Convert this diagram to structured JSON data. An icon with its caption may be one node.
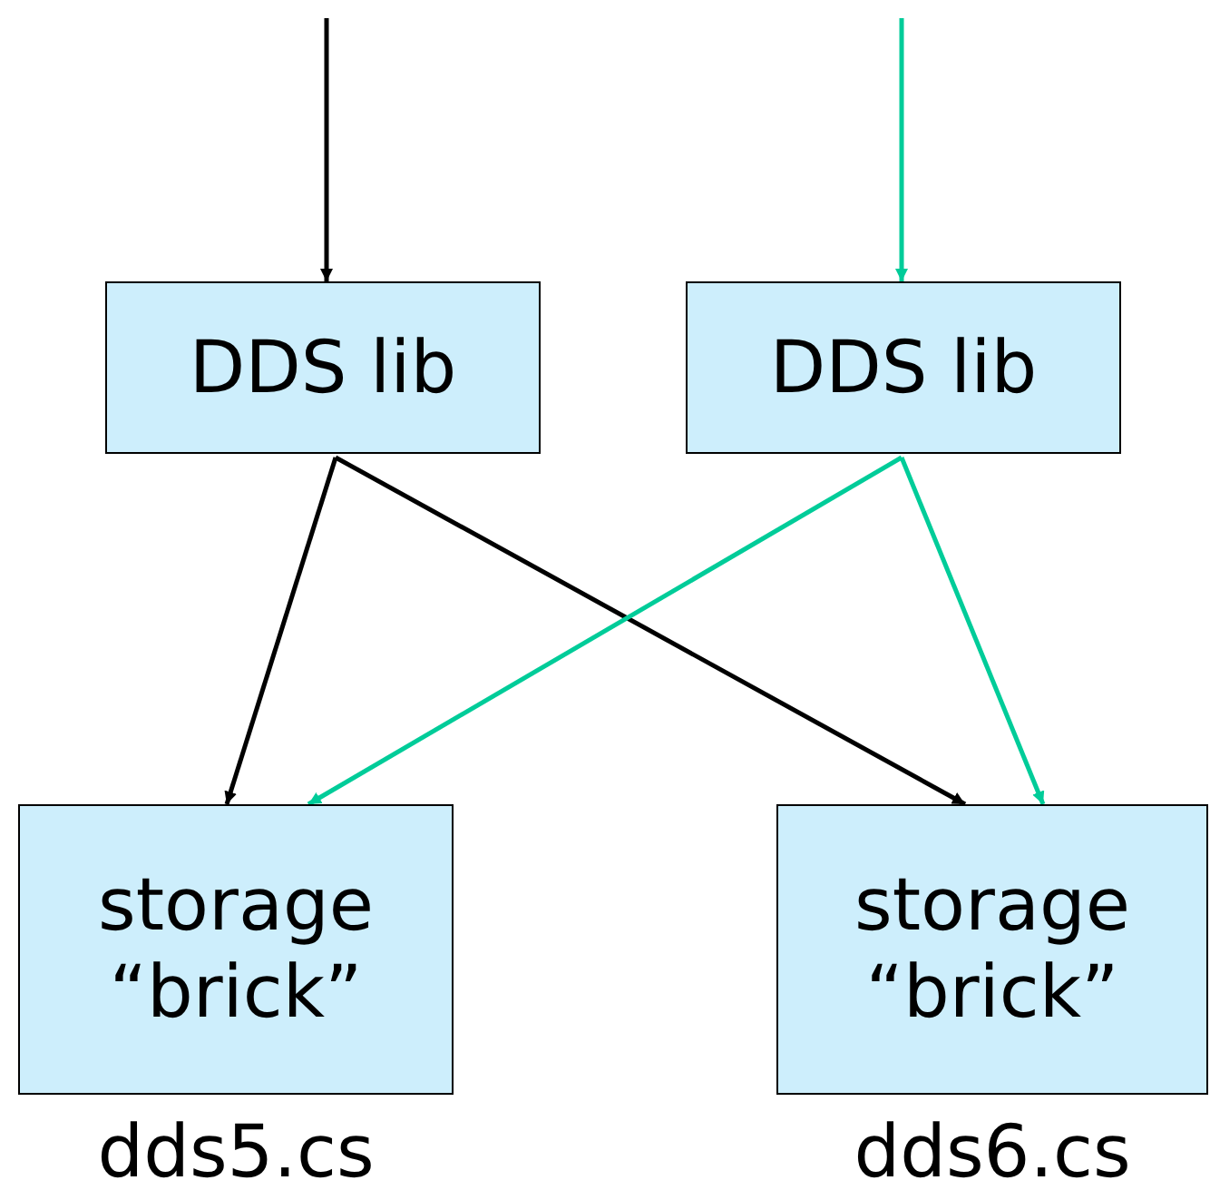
{
  "diagram": {
    "nodes": [
      {
        "text": [
          "DDS lib"
        ]
      },
      {
        "text": [
          "DDS lib"
        ]
      },
      {
        "text": [
          "storage “brick”"
        ],
        "beside": [
          "dds5.cs"
        ]
      },
      {
        "text": [
          "storage “brick”"
        ],
        "beside": [
          "dds6.cs"
        ]
      }
    ],
    "edges": [
      {
        "from": null,
        "to": 0,
        "arrow": "to"
      },
      {
        "from": null,
        "to": 1,
        "arrow": "to",
        "color": "#00cc99"
      },
      {
        "from": 0,
        "to": 2,
        "arrow": "to"
      },
      {
        "from": 0,
        "to": 3,
        "arrow": "to"
      },
      {
        "from": 1,
        "to": 2,
        "arrow": "to",
        "color": "#00cc99"
      },
      {
        "from": 1,
        "to": 3,
        "arrow": "to",
        "color": "#00cc99"
      }
    ]
  }
}
